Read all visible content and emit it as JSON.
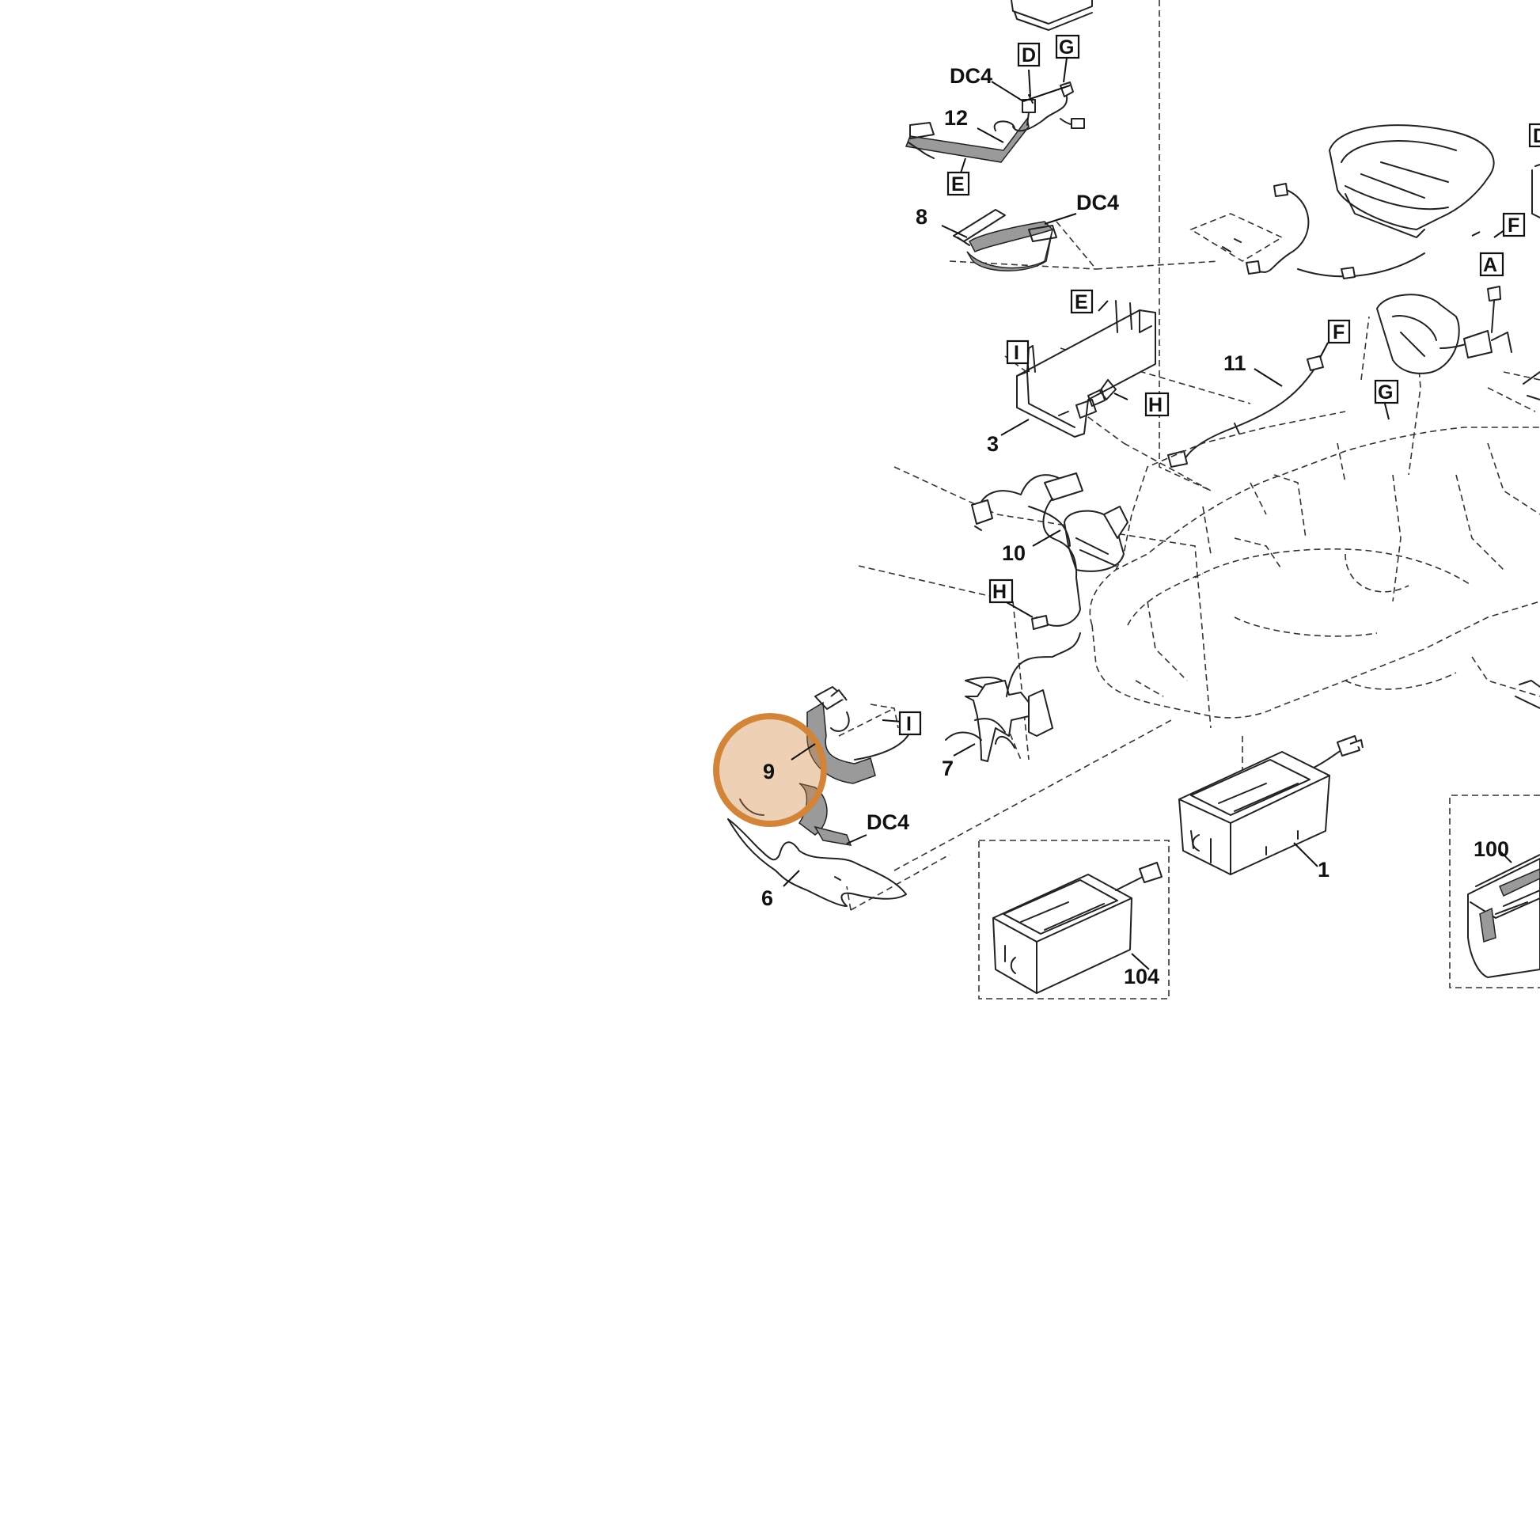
{
  "diagram": {
    "part_numbers": {
      "p1": "1",
      "p3": "3",
      "p6": "6",
      "p7": "7",
      "p8": "8",
      "p9": "9",
      "p10": "10",
      "p11": "11",
      "p12": "12",
      "p100": "100",
      "p104": "104"
    },
    "cable_labels": {
      "dc4_top": "DC4",
      "dc4_mid": "DC4",
      "dc4_bottom": "DC4"
    },
    "connector_letters": {
      "D_top": "D",
      "G_top": "G",
      "E_a": "E",
      "E_b": "E",
      "I_a": "I",
      "I_b": "I",
      "H_a": "H",
      "H_b": "H",
      "F_a": "F",
      "F_b": "F",
      "A": "A",
      "G_b": "G",
      "D_edge": "D"
    },
    "highlight": {
      "part": "9",
      "color": "#d2843a"
    }
  }
}
